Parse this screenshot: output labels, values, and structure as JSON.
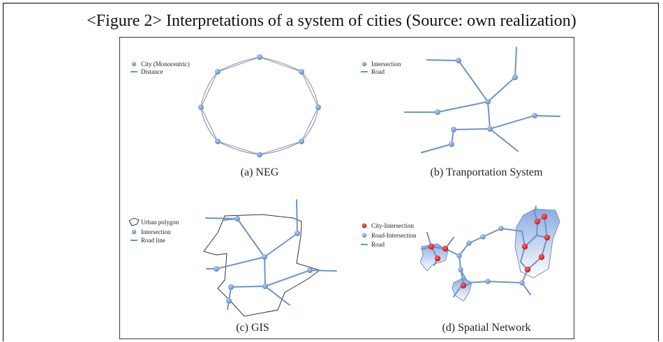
{
  "caption": "<Figure 2> Interpretations of a system of cities (Source: own realization)",
  "colors": {
    "node_blue": "#6f97d2",
    "edge_blue": "#6f93c4",
    "node_red": "#e41e1e",
    "polygon_fill": "#9cb6e6"
  },
  "panels": {
    "a": {
      "label": "(a) NEG",
      "legend": [
        "City (Monocentric)",
        "Distance"
      ]
    },
    "b": {
      "label": "(b) Tranportation System",
      "legend": [
        "Intersection",
        "Road"
      ]
    },
    "c": {
      "label": "(c) GIS",
      "legend": [
        "Urban polygon",
        "Intersection",
        "Road line"
      ]
    },
    "d": {
      "label": "(d) Spatial Network",
      "legend": [
        "City-Intersection",
        "Road-Intersection",
        "Road"
      ]
    }
  }
}
